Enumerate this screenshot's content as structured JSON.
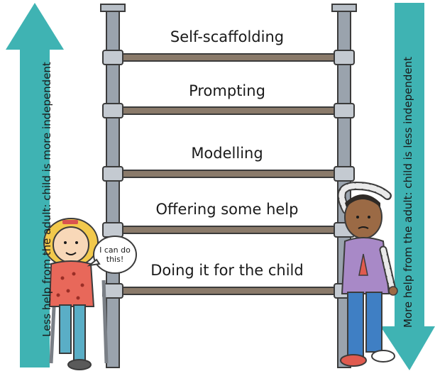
{
  "left_arrow": {
    "text": "Less help from the adult: child is more independent",
    "direction": "up",
    "color": "#3fb3b3"
  },
  "right_arrow": {
    "text": "More help from the adult: child is less independent",
    "direction": "down",
    "color": "#3fb3b3"
  },
  "ladder": {
    "rungs": [
      "Self-scaffolding",
      "Prompting",
      "Modelling",
      "Offering some help",
      "Doing it for the child"
    ],
    "rail_color": "#9aa3ad",
    "rung_color": "#8a7a6a"
  },
  "speech_bubble": {
    "text": "I can do this!"
  },
  "characters": [
    {
      "name": "girl-with-crutches-illustration",
      "position": "bottom-left"
    },
    {
      "name": "boy-thinking-illustration",
      "position": "bottom-right"
    }
  ]
}
